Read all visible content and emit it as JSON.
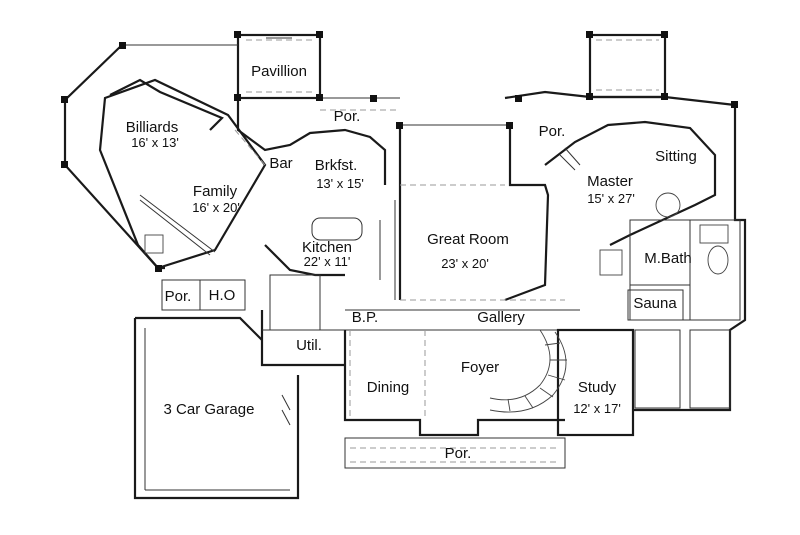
{
  "rooms": {
    "pavillion": {
      "label": "Pavillion"
    },
    "billiards": {
      "label": "Billiards",
      "dims": "16' x 13'"
    },
    "bar": {
      "label": "Bar"
    },
    "brkfst": {
      "label": "Brkfst.",
      "dims": "13' x 15'"
    },
    "family": {
      "label": "Family",
      "dims": "16' x 20'"
    },
    "kitchen": {
      "label": "Kitchen",
      "dims": "22' x 11'"
    },
    "great_room": {
      "label": "Great Room",
      "dims": "23' x 20'"
    },
    "master": {
      "label": "Master",
      "dims": "15' x 27'"
    },
    "sitting": {
      "label": "Sitting"
    },
    "mbath": {
      "label": "M.Bath"
    },
    "sauna": {
      "label": "Sauna"
    },
    "por_top": {
      "label": "Por."
    },
    "por_right": {
      "label": "Por."
    },
    "por_left": {
      "label": "Por."
    },
    "por_bottom": {
      "label": "Por."
    },
    "ho": {
      "label": "H.O"
    },
    "bp": {
      "label": "B.P."
    },
    "gallery": {
      "label": "Gallery"
    },
    "util": {
      "label": "Util."
    },
    "foyer": {
      "label": "Foyer"
    },
    "dining": {
      "label": "Dining"
    },
    "study": {
      "label": "Study",
      "dims": "12' x 17'"
    },
    "garage": {
      "label": "3 Car Garage"
    }
  }
}
